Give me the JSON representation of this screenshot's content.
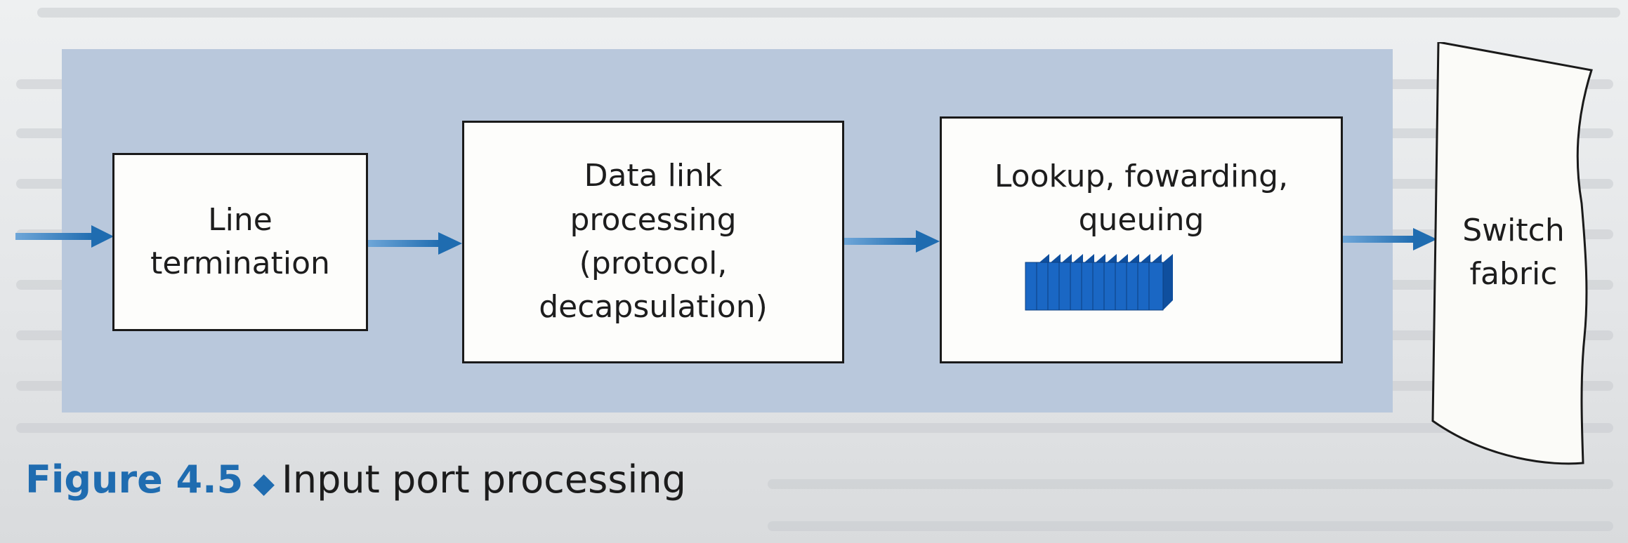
{
  "figure": {
    "number": "Figure 4.5",
    "separator": "◆",
    "title": "Input port processing"
  },
  "boxes": {
    "line_termination": "Line\ntermination",
    "data_link": "Data link\nprocessing\n(protocol,\ndecapsulation)",
    "lookup": "Lookup, fowarding,\nqueuing",
    "switch_fabric": "Switch\nfabric"
  },
  "colors": {
    "arrow": "#1f6cb0",
    "shade": "#b9c8dc",
    "queue": "#1a67c4"
  },
  "icons": {
    "arrow": "right-arrow-icon",
    "queue": "packet-queue-icon"
  }
}
